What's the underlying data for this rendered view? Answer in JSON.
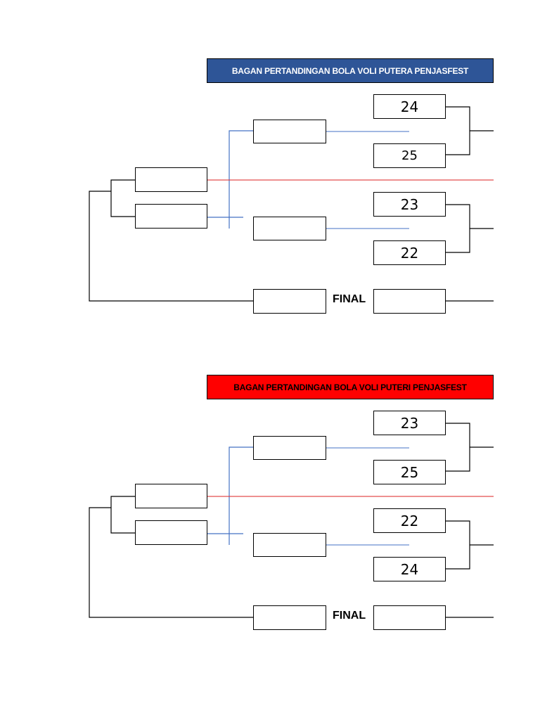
{
  "brackets": [
    {
      "title": "BAGAN PERTANDINGAN BOLA VOLI PUTERA PENJASFEST",
      "title_bg": "#2E5597",
      "title_color": "#ffffff",
      "teams": [
        "24",
        "25",
        "23",
        "22"
      ],
      "final_label": "FINAL"
    },
    {
      "title": "BAGAN PERTANDINGAN BOLA VOLI PUTERI PENJASFEST",
      "title_bg": "#FF0000",
      "title_color": "#000000",
      "teams": [
        "23",
        "25",
        "22",
        "24"
      ],
      "final_label": "FINAL"
    }
  ],
  "colors": {
    "line": "#000000",
    "blue_line": "#4472C4",
    "red_line": "#E03030"
  }
}
